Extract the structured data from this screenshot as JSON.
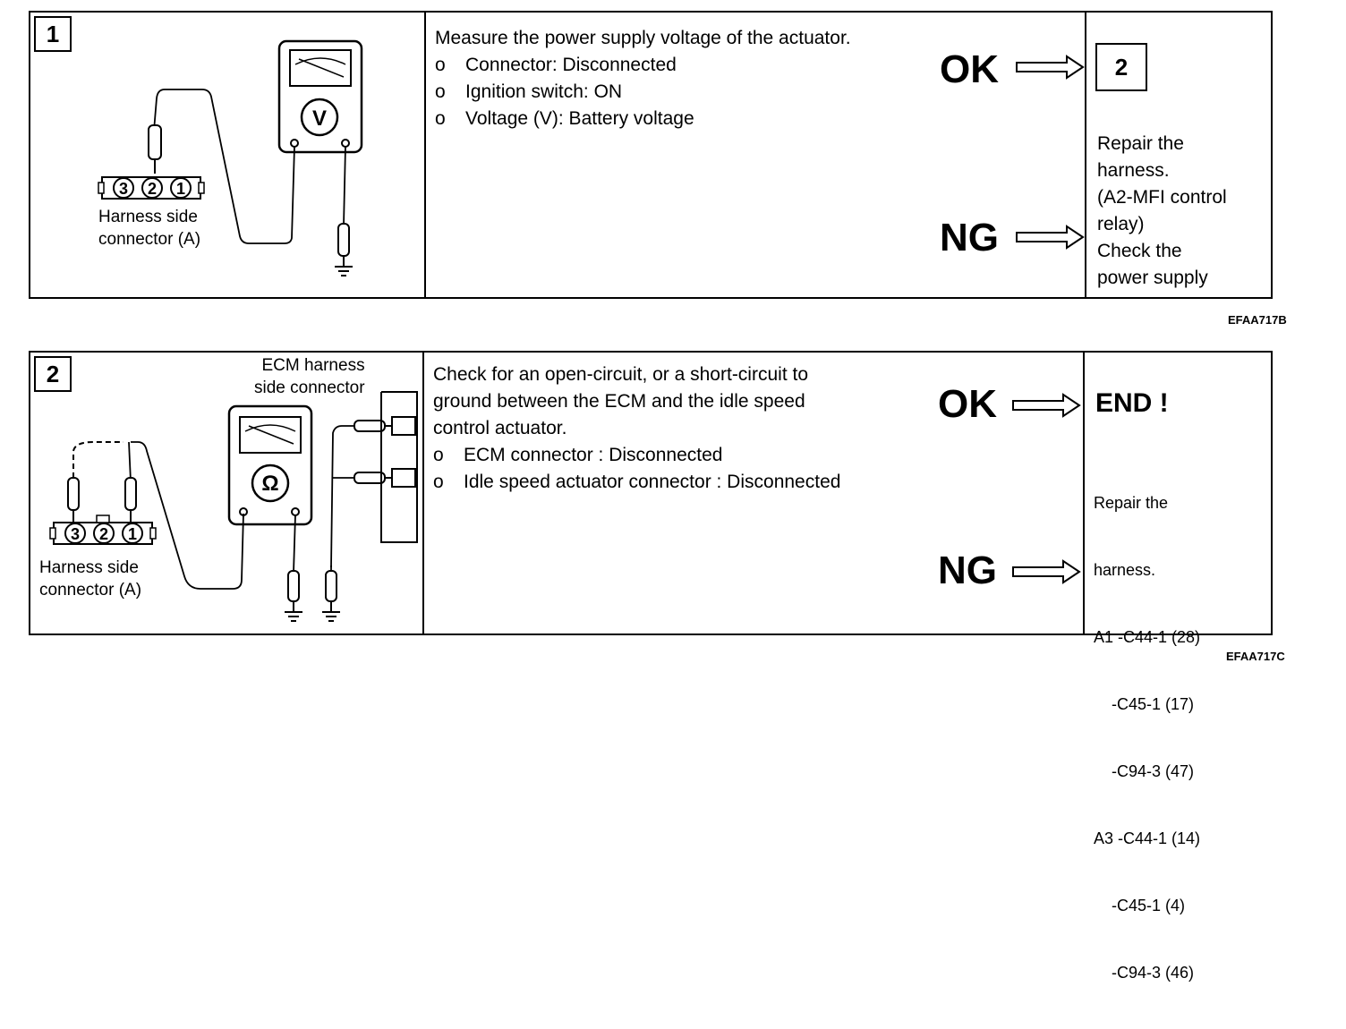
{
  "steps": [
    {
      "number": "1",
      "connector_label": [
        "Harness side",
        "connector (A)"
      ],
      "pins": [
        "3",
        "2",
        "1"
      ],
      "meter_symbol": "V",
      "instructions": {
        "heading": "Measure the power supply voltage of the actuator.",
        "bullet_marker": "o",
        "items": [
          "Connector: Disconnected",
          "Ignition switch: ON",
          "Voltage (V): Battery voltage"
        ]
      },
      "ok_label": "OK",
      "ng_label": "NG",
      "ok_result": "2",
      "ng_result": [
        "Repair the",
        "harness.",
        "(A2-MFI control",
        "relay)",
        "Check the",
        "power supply"
      ],
      "figure_code": "EFAA717B"
    },
    {
      "number": "2",
      "ecm_label": [
        "ECM harness",
        "side connector"
      ],
      "connector_label": [
        "Harness side",
        "connector (A)"
      ],
      "pins": [
        "3",
        "2",
        "1"
      ],
      "meter_symbol": "Ω",
      "instructions": {
        "heading_lines": [
          "Check for an open-circuit, or a short-circuit to",
          "ground between the ECM and the idle speed",
          "control actuator."
        ],
        "bullet_marker": "o",
        "items": [
          "ECM connector : Disconnected",
          "Idle speed actuator connector : Disconnected"
        ]
      },
      "ok_label": "OK",
      "ng_label": "NG",
      "ok_result": "END !",
      "ng_result": [
        "Repair the",
        "harness.",
        "A1 -C44-1 (28)",
        "    -C45-1 (17)",
        "    -C94-3 (47)",
        "A3 -C44-1 (14)",
        "    -C45-1 (4)",
        "    -C94-3 (46)"
      ],
      "figure_code": "EFAA717C"
    }
  ]
}
